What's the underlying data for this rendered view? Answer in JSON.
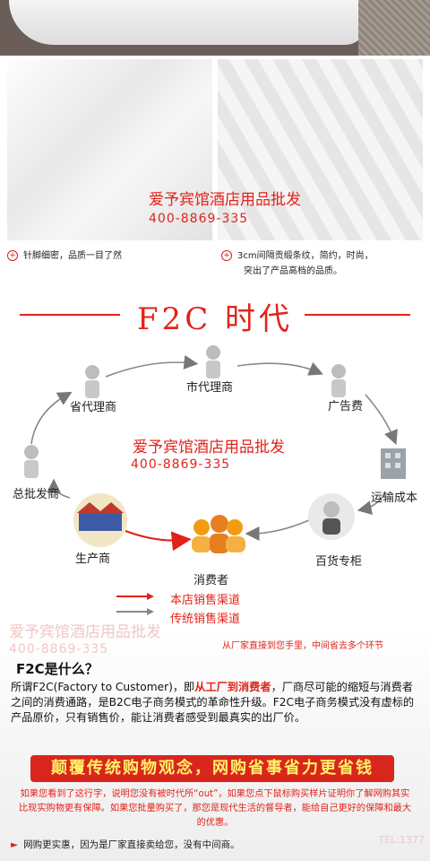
{
  "watermark": {
    "shop": "爱予宾馆酒店用品批发",
    "phone": "400-8869-335"
  },
  "captions": {
    "left": "针脚细密，品质一目了然",
    "right_line1": "3cm间隔贡缎条纹，简约，时尚，",
    "right_line2": "突出了产品高档的品质。"
  },
  "f2c_title": "F2C 时代",
  "cycle": {
    "nodes": {
      "city_agent": "市代理商",
      "province_agent": "省代理商",
      "advertising": "广告费",
      "general_wholesale": "总批发商",
      "transport": "运输成本",
      "manufacturer": "生产商",
      "department_store": "百货专柜",
      "consumer": "消费者"
    }
  },
  "legend": {
    "shop_channel": "本店销售渠道",
    "traditional_channel": "传统销售渠道",
    "direct_note": "从厂家直接到您手里，中间省去多个环节"
  },
  "what_is": {
    "title": "F2C是什么？",
    "p1_a": "所谓F2C(Factory to Customer)，即",
    "p1_red": "从工厂到消费者",
    "p1_b": "，厂商尽可能的缩短与消费者之间的消费通路，是B2C电子商务模式的革命性升级。F2C电子商务模式没有虚标的产品原价，只有销售价，能让消费者感受到最真实的出厂价。"
  },
  "banner": "颠覆传统购物观念，网购省事省力更省钱",
  "note": "如果您看到了这行字，说明您没有被时代所“out”，如果您点下鼠标购买样片证明你了解网购其实比现实购物更有保障。如果您批量购买了，那您是现代生活的督导者，能给自己更好的保障和最大的优惠。",
  "bullet": "网购更实惠，因为是厂家直接卖给您，没有中间商。",
  "tel_watermark": "TEL:1377",
  "colors": {
    "accent": "#e2231a",
    "banner_text": "#fff06a",
    "banner_bg": "#d9261c"
  }
}
